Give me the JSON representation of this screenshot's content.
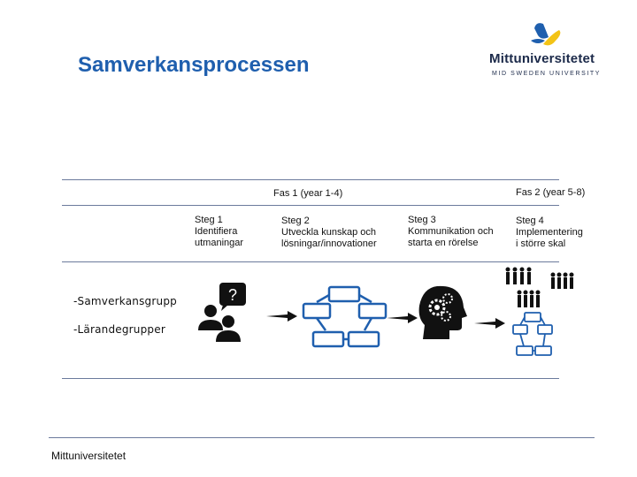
{
  "title": "Samverkansprocessen",
  "logo": {
    "name": "Mittuniversitetet",
    "sub": "MID SWEDEN UNIVERSITY",
    "color_blue": "#1f5fae",
    "color_yellow": "#f3c316"
  },
  "phases": {
    "phase1": "Fas 1 (year 1-4)",
    "phase2": "Fas 2 (year 5-8)"
  },
  "steps": [
    {
      "lines": [
        "Steg 1",
        "Identifiera",
        "utmaningar"
      ]
    },
    {
      "lines": [
        "Steg 2",
        "Utveckla kunskap och",
        "lösningar/innovationer"
      ]
    },
    {
      "lines": [
        "Steg 3",
        "Kommunikation och",
        "starta en rörelse"
      ]
    },
    {
      "lines": [
        "Steg 4",
        "Implementering",
        "i större skal"
      ]
    }
  ],
  "groups": [
    "-Samverkansgrupp",
    "-Lärandegrupper"
  ],
  "icons": [
    "people-question-icon",
    "arrow-right-icon",
    "cycle-diagram-icon",
    "head-gears-icon",
    "crowd-icon",
    "network-diagram-icon"
  ],
  "question_mark": "?",
  "footer": "Mittuniversitetet"
}
